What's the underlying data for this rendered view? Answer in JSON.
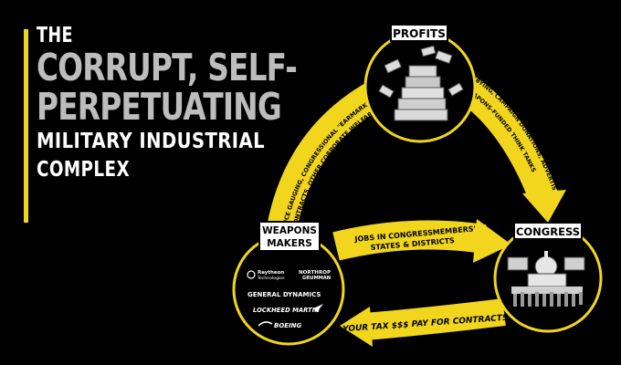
{
  "title": {
    "line1": "THE",
    "line2": "CORRUPT, SELF-",
    "line3": "PERPETUATING",
    "line4": "MILITARY INDUSTRIAL",
    "line5": "COMPLEX"
  },
  "nodes": {
    "profits": {
      "label": "PROFITS"
    },
    "congress": {
      "label": "CONGRESS"
    },
    "weapons": {
      "label_line1": "WEAPONS",
      "label_line2": "MAKERS"
    }
  },
  "companies": {
    "raytheon_line1": "Raytheon",
    "raytheon_line2": "Technologies",
    "northrop_line1": "NORTHROP",
    "northrop_line2": "GRUMMAN",
    "general_dynamics": "GENERAL DYNAMICS",
    "lockheed": "LOCKHEED MARTIN",
    "boeing": "BOEING"
  },
  "arrows": {
    "weapons_to_profits_line1": "PRICE GAUGING, CONGRESSIONAL \"EARMARK\"",
    "weapons_to_profits_line2": "CONTRACTS, OTHER CORPORATE WELFARE",
    "profits_to_congress_line1": "LOBBYING, CAMPAIGN DONATIONS, ADVERTISING,",
    "profits_to_congress_line2": "WEAPONS-FUNDED THINK TANKS",
    "weapons_to_congress_line1": "JOBS IN CONGRESSMEMBERS'",
    "weapons_to_congress_line2": "STATES & DISTRICTS",
    "congress_to_weapons": "YOUR TAX $$$ PAY FOR CONTRACTS"
  },
  "colors": {
    "background": "#000000",
    "accent": "#f2d61e",
    "title_gray": "#bdbdbd",
    "white": "#ffffff"
  }
}
